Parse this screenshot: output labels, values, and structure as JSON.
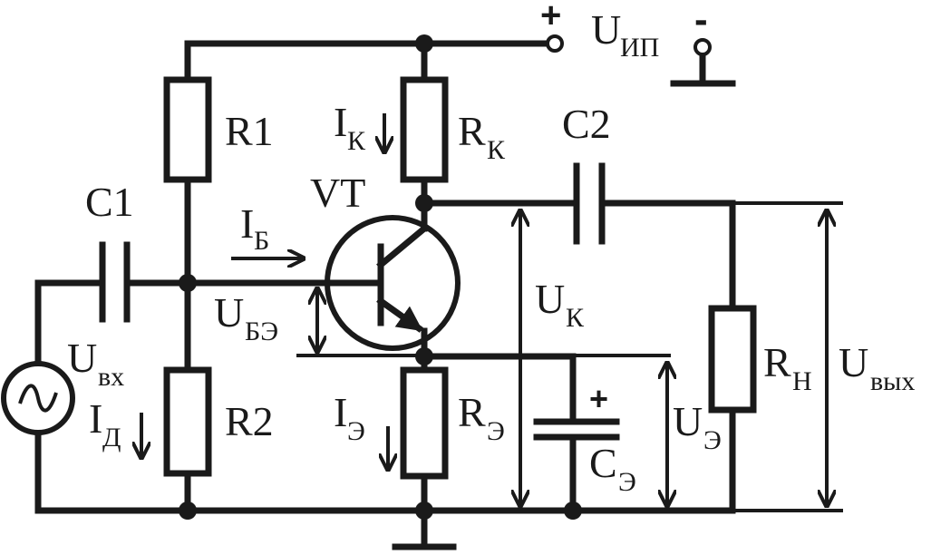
{
  "labels": {
    "supply": {
      "main": "U",
      "sub": "ИП"
    },
    "supply_plus": "+",
    "supply_minus": "-",
    "r1": "R1",
    "rk": {
      "main": "R",
      "sub": "К"
    },
    "ik": {
      "main": "I",
      "sub": "К"
    },
    "c2": "C2",
    "c1": "C1",
    "vt": "VT",
    "ib": {
      "main": "I",
      "sub": "Б"
    },
    "ube": {
      "main": "U",
      "sub": "БЭ"
    },
    "uk": {
      "main": "U",
      "sub": "К"
    },
    "rn": {
      "main": "R",
      "sub": "Н"
    },
    "uout": {
      "main": "U",
      "sub": "вых"
    },
    "uin": {
      "main": "U",
      "sub": "вх"
    },
    "id": {
      "main": "I",
      "sub": "Д"
    },
    "r2": "R2",
    "ie": {
      "main": "I",
      "sub": "Э"
    },
    "re": {
      "main": "R",
      "sub": "Э"
    },
    "ce_plus": "+",
    "ce": {
      "main": "C",
      "sub": "Э"
    },
    "ue": {
      "main": "U",
      "sub": "Э"
    },
    "source_symbol": "~"
  }
}
